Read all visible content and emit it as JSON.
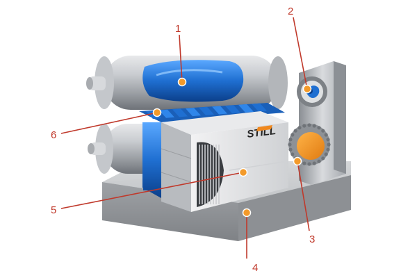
{
  "brand": {
    "logo_text": "STILL",
    "logo_accent": "#f0881e"
  },
  "colors": {
    "callout": "#c0392b",
    "blue": "#1f6fd1",
    "metal": "#b9bcc0",
    "orange": "#f39a2a"
  },
  "callouts": [
    {
      "id": "1",
      "label": "1"
    },
    {
      "id": "2",
      "label": "2"
    },
    {
      "id": "3",
      "label": "3"
    },
    {
      "id": "4",
      "label": "4"
    },
    {
      "id": "5",
      "label": "5"
    },
    {
      "id": "6",
      "label": "6"
    }
  ]
}
